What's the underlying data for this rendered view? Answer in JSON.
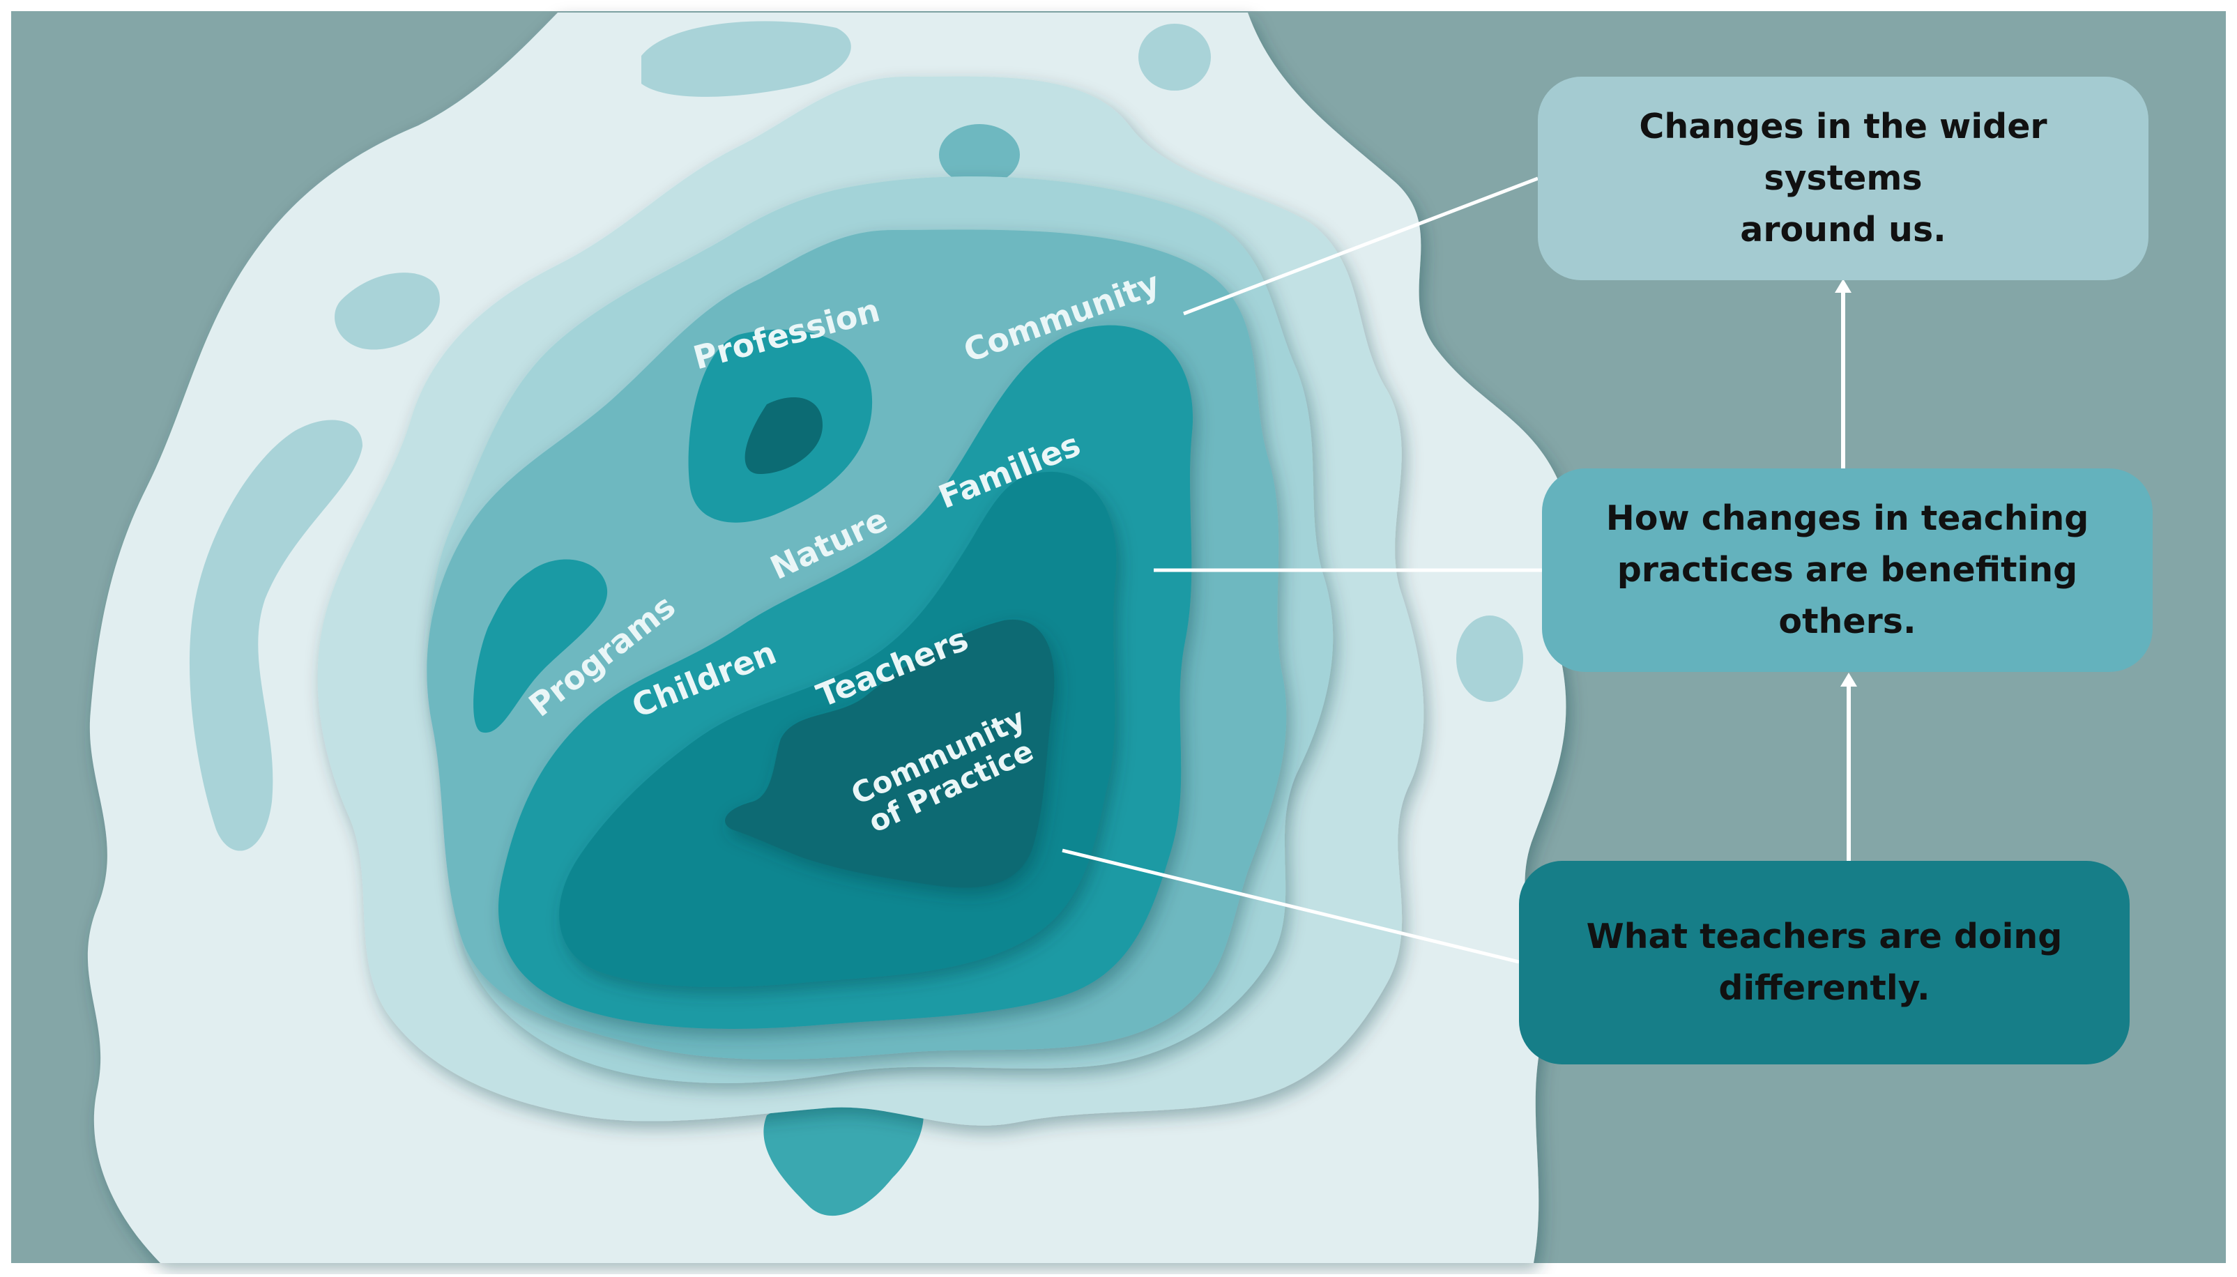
{
  "colors": {
    "background": "#84a6a7",
    "frame": "#ffffff",
    "ring_outer": "#e1eef0",
    "ring_2": "#c2e1e4",
    "ring_3": "#a3d3d8",
    "ring_4": "#6eb8c0",
    "ring_5": "#1a9aa4",
    "ring_6": "#0f8690",
    "ring_core": "#0c6b73",
    "box_top": "#a4cbd1",
    "box_middle": "#64b2bd",
    "box_bottom": "#167e88",
    "connector": "#ffffff",
    "box_text": "#111111",
    "ring_label": "#eaf6f7"
  },
  "rings": {
    "labels": {
      "profession": "Profession",
      "community": "Community",
      "families": "Families",
      "nature": "Nature",
      "programs": "Programs",
      "children": "Children",
      "teachers": "Teachers",
      "community_of_practice_line1": "Community",
      "community_of_practice_line2": "of Practice"
    }
  },
  "boxes": {
    "top": {
      "line1": "Changes in the wider systems",
      "line2": "around us."
    },
    "middle": {
      "line1": "How changes in teaching",
      "line2": "practices are benefiting others."
    },
    "bottom": {
      "line1": "What teachers are doing",
      "line2": "differently."
    }
  }
}
